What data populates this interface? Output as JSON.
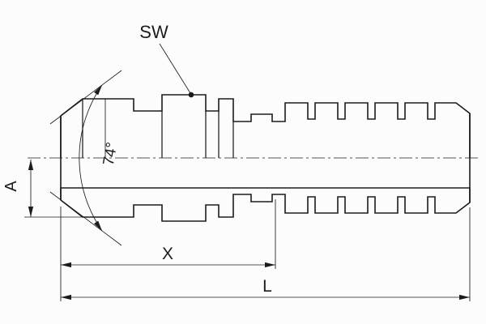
{
  "drawing": {
    "labels": {
      "wrench_size": "SW",
      "cone_angle": "74°",
      "thread_dim": "A",
      "cutoff_length": "X",
      "overall_length": "L"
    },
    "colors": {
      "line": "#1c1c1c",
      "background": "#fcfcfc"
    }
  }
}
